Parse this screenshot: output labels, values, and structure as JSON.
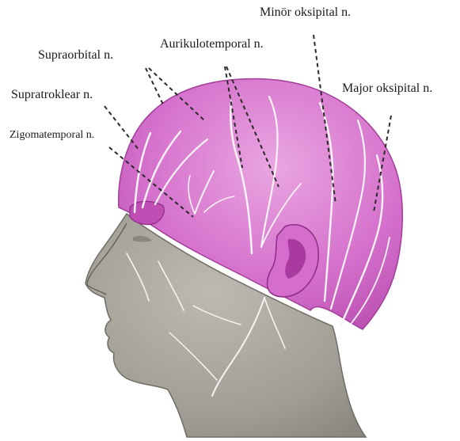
{
  "figure": {
    "labels": {
      "minor_occipital": "Minör oksipital n.",
      "auriculotemporal": "Aurikulotemporal n.",
      "supraorbital": "Supraorbital n.",
      "major_occipital": "Major oksipital n.",
      "supratrochlear": "Supratroklear n.",
      "zygomaticotemporal": "Zigomatemporal n."
    },
    "colors": {
      "scalp_highlight": "#cf5fc6",
      "scalp_highlight_light": "#e9a6e1",
      "skin": "#a7a49b",
      "skin_dark": "#7c7a72",
      "nerve": "#f7f3f5",
      "leader_line": "#2a2a2a"
    }
  }
}
